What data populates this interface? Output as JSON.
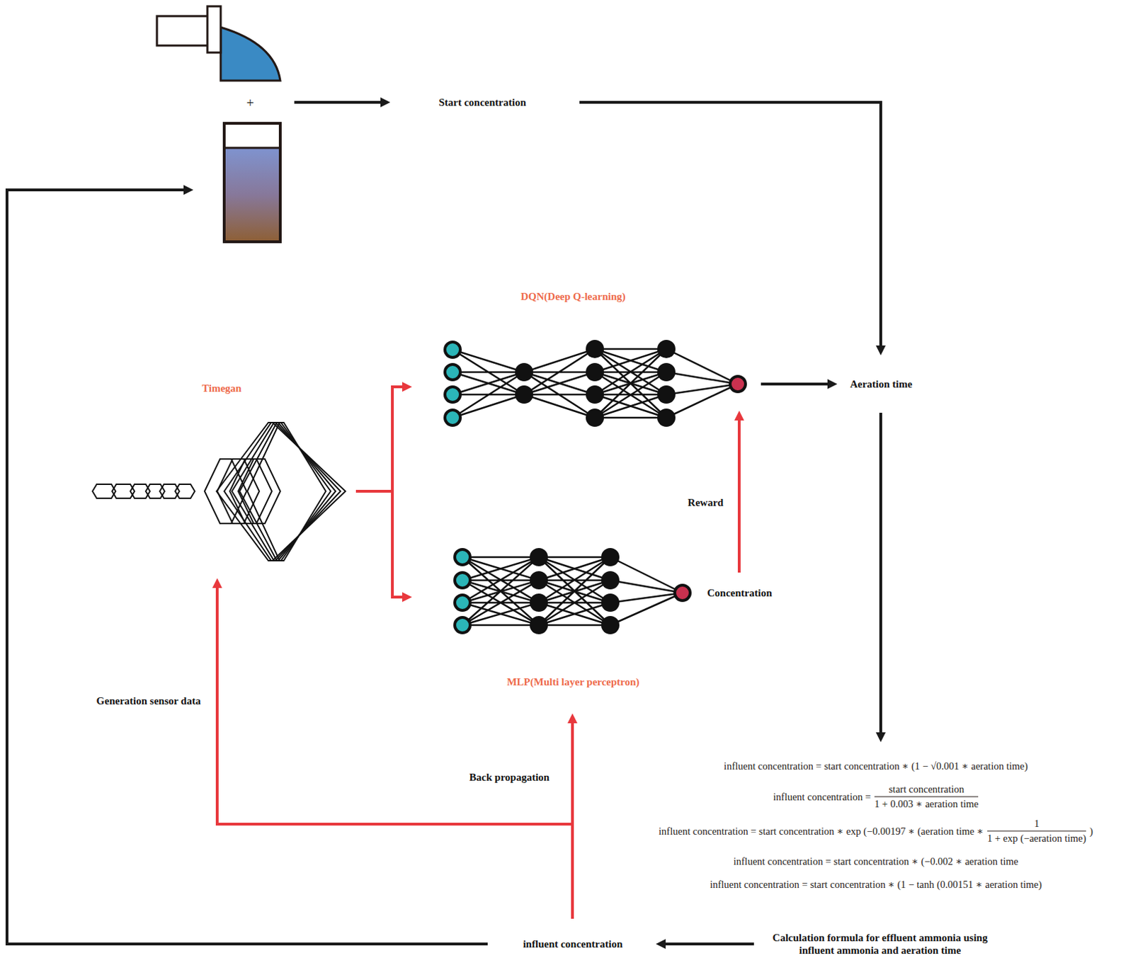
{
  "diagram": {
    "nodes": [
      {
        "text": [
          "Start concentration"
        ]
      },
      {
        "text": [
          "DQN(Deep Q-learning)"
        ]
      },
      {
        "text": [
          "Aeration time"
        ]
      },
      {
        "text": [
          "Timegan"
        ]
      },
      {
        "text": [
          "MLP(Multi layer perceptron)"
        ]
      },
      {
        "text": [
          "Concentration"
        ]
      },
      {
        "text": [
          "influent concentration = start concentration ∗ (1 − √0.001 ∗ aeration time)",
          "influent concentration =",
          "start concentration",
          "1 + 0.003 ∗ aeration time",
          "influent concentration = start concentration ∗ exp (−0.00197 ∗ (aeration time ∗",
          "1",
          "1 + exp (−aeration time)",
          ")",
          "influent concentration = start concentration ∗ (−0.002 ∗ aeration time",
          "influent concentration = start concentration ∗ (1 − tanh (0.00151 ∗ aeration time)"
        ]
      },
      {
        "text": [
          "Calculation formula for effluent ammonia using influent ammonia and aeration time"
        ]
      },
      {
        "text": [
          "influent concentration"
        ]
      }
    ],
    "edges": [
      {
        "from": 0,
        "to": 2,
        "arrow": "to"
      },
      {
        "from": 1,
        "to": 2,
        "arrow": "to"
      },
      {
        "from": 2,
        "to": 6,
        "arrow": "to"
      },
      {
        "from": 7,
        "to": 8,
        "arrow": "to"
      },
      {
        "from": 8,
        "to": 3,
        "arrow": "to",
        "label": "Generation sensor data"
      },
      {
        "from": 8,
        "to": 4,
        "arrow": "to",
        "label": "Back propagation"
      },
      {
        "from": 3,
        "to": 1,
        "arrow": "to"
      },
      {
        "from": 3,
        "to": 4,
        "arrow": "to"
      },
      {
        "from": 5,
        "to": 1,
        "arrow": "to",
        "label": "Reward"
      }
    ],
    "labels": [
      "+"
    ]
  }
}
